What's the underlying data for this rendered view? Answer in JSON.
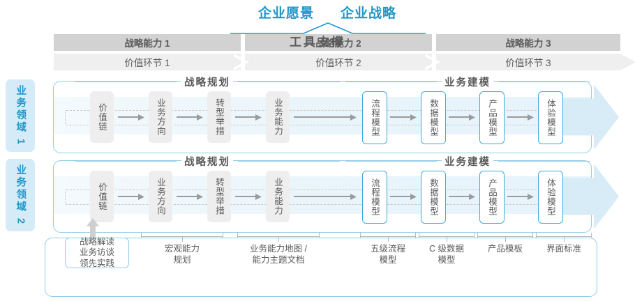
{
  "header": {
    "vision_title": "企业愿景",
    "strategy_title": "企业战略"
  },
  "capability_bars": [
    {
      "label": "战略能力 1"
    },
    {
      "label": "战略能力 2"
    },
    {
      "label": "战略能力 3"
    }
  ],
  "value_bars": [
    {
      "label": "价值环节 1"
    },
    {
      "label": "价值环节 2"
    },
    {
      "label": "价值环节 3"
    }
  ],
  "domains": [
    {
      "label": "业务领域 1"
    },
    {
      "label": "业务领域 2"
    }
  ],
  "sections": [
    {
      "label": "战略规划"
    },
    {
      "label": "业务建模"
    }
  ],
  "nodes": [
    {
      "label": "价值链",
      "style": "gray"
    },
    {
      "label": "业务方向",
      "style": "gray"
    },
    {
      "label": "转型举措",
      "style": "gray"
    },
    {
      "label": "业务能力",
      "style": "gray"
    },
    {
      "label": "流程模型",
      "style": "blue"
    },
    {
      "label": "数据模型",
      "style": "blue"
    },
    {
      "label": "产品模型",
      "style": "blue"
    },
    {
      "label": "体验模型",
      "style": "blue"
    }
  ],
  "tools": {
    "first_box": "战略解读\n业务访谈\n领先实践",
    "items": [
      {
        "label": "宏观能力\n规划"
      },
      {
        "label": "业务能力地图 /\n能力主题文档"
      },
      {
        "label": "五级流程\n模型"
      },
      {
        "label": "C 级数据\n模型"
      },
      {
        "label": "产品模板"
      },
      {
        "label": "界面标准"
      }
    ],
    "footer_label": "工具支撑"
  },
  "colors": {
    "accent_blue": "#2196c8",
    "node_blue_border": "#3fa9dd",
    "bar_dark": "#d2d2d2",
    "bar_light": "#efefef",
    "domain_bg": "#d5ecf8"
  }
}
